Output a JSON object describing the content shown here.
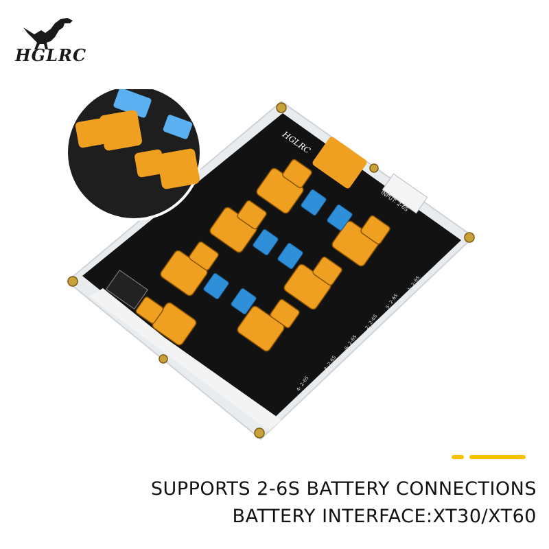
{
  "brand": {
    "logo_text": "HGLRC"
  },
  "product": {
    "board_logo_text": "HGLRC",
    "input_label": "INPUT: 2-6S",
    "port_labels": [
      "1: 2-6S",
      "2: 2-6S",
      "3: 2-6S",
      "4: 2-6S",
      "5: 2-6S",
      "6: 2-6S"
    ]
  },
  "captions": {
    "line1": "SUPPORTS 2-6S BATTERY CONNECTIONS",
    "line2": "BATTERY INTERFACE:XT30/XT60"
  },
  "colors": {
    "accent": "#f5c000",
    "connector": "#f0a020",
    "fuse": "#2f8fd8",
    "pcb": "#111111"
  }
}
